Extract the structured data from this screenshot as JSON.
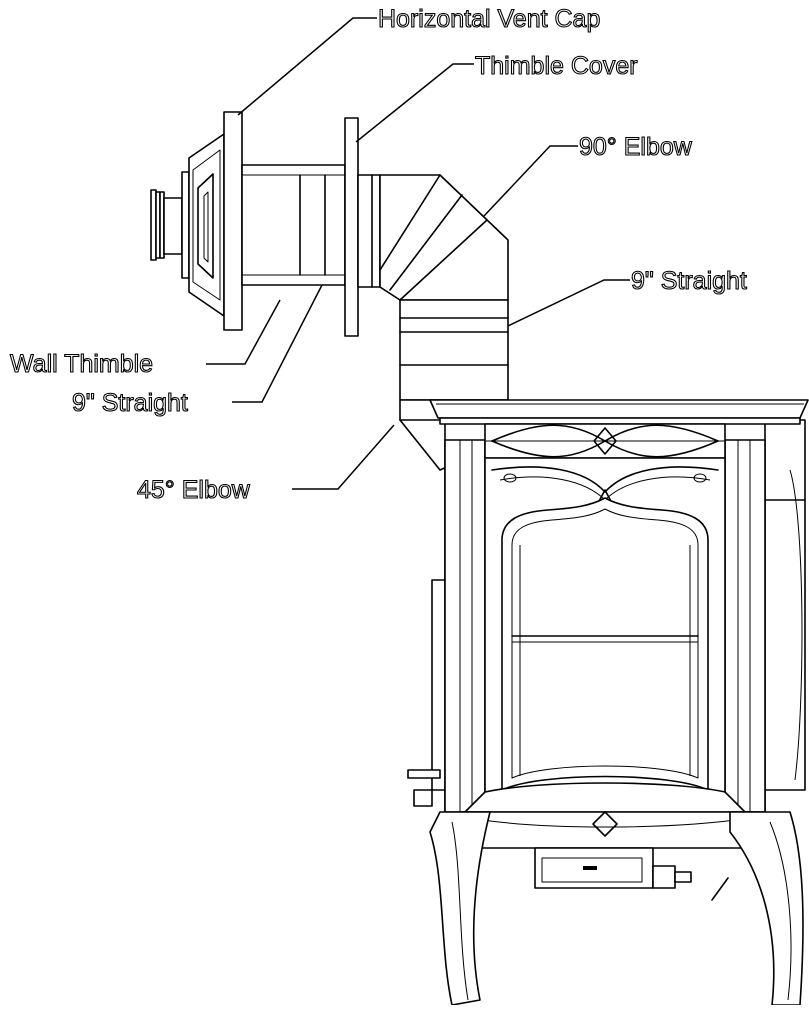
{
  "labels": {
    "horizontal_vent_cap": "Horizontal Vent Cap",
    "thimble_cover": "Thimble Cover",
    "elbow_90": "90° Elbow",
    "straight_upper": "9\" Straight",
    "wall_thimble": "Wall Thimble",
    "straight_lower": "9\" Straight",
    "elbow_45": "45° Elbow"
  }
}
